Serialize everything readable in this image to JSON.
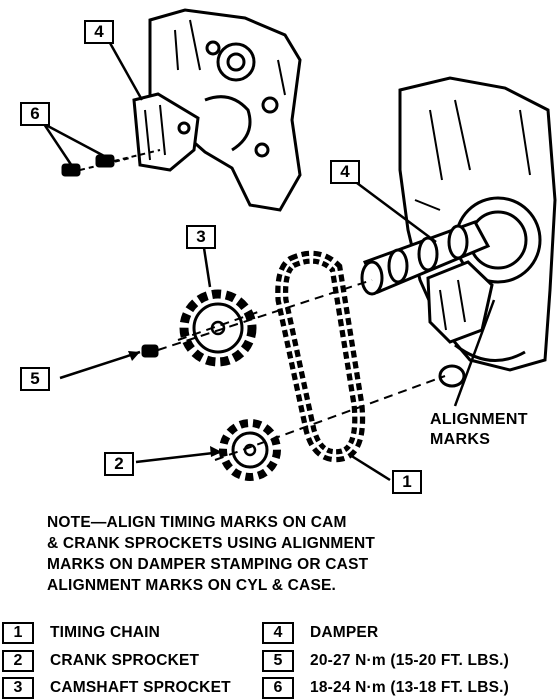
{
  "callouts": {
    "c4_top": "4",
    "c6": "6",
    "c4_right": "4",
    "c3": "3",
    "c5": "5",
    "c2": "2",
    "c1": "1"
  },
  "annotation": {
    "line1": "ALIGNMENT",
    "line2": "MARKS"
  },
  "note": {
    "lines": [
      "NOTE—ALIGN TIMING MARKS ON CAM",
      "& CRANK SPROCKETS USING ALIGNMENT",
      "MARKS ON DAMPER STAMPING OR CAST",
      "ALIGNMENT MARKS ON CYL & CASE."
    ]
  },
  "legend": [
    {
      "num": "1",
      "text": "TIMING CHAIN"
    },
    {
      "num": "2",
      "text": "CRANK SPROCKET"
    },
    {
      "num": "3",
      "text": "CAMSHAFT SPROCKET"
    },
    {
      "num": "4",
      "text": "DAMPER"
    },
    {
      "num": "5",
      "text": "20-27 N·m (15-20 FT. LBS.)"
    },
    {
      "num": "6",
      "text": "18-24 N·m (13-18 FT. LBS.)"
    }
  ]
}
